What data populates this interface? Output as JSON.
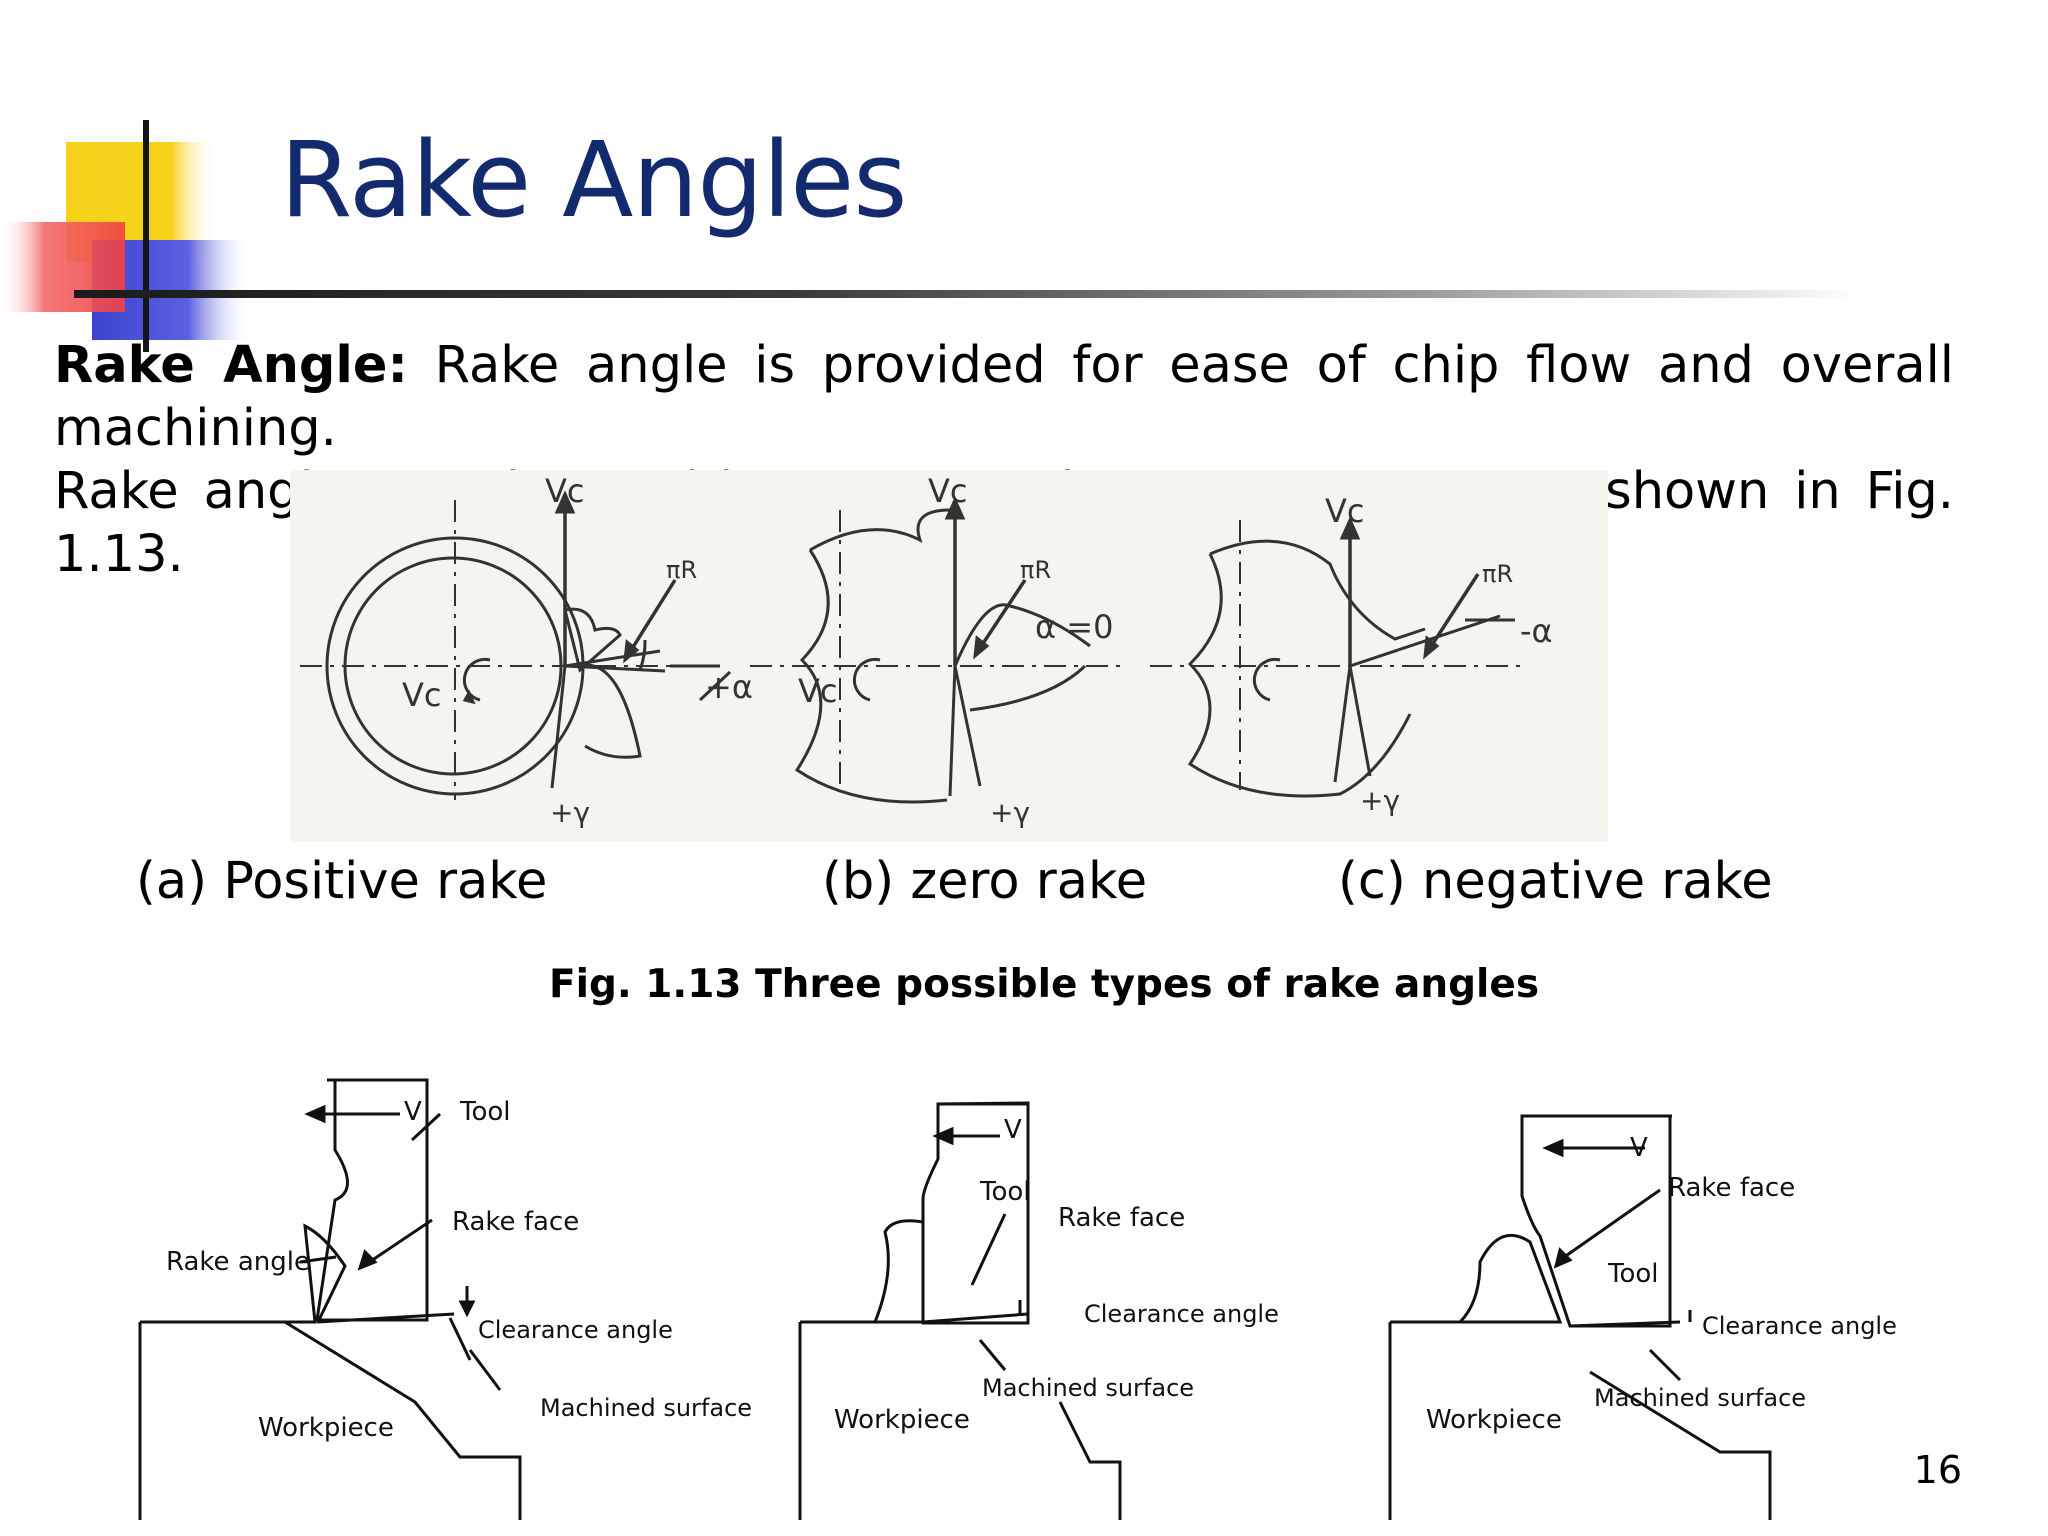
{
  "slide": {
    "title": "Rake Angles",
    "page_number": "16"
  },
  "body": {
    "term": "Rake Angle:",
    "line1_rest": " Rake angle is provided for ease of chip flow and overall machining.",
    "line2": "Rake angle may be positive, or negative or even zero as shown in Fig. 1.13."
  },
  "figure1": {
    "subcaptions": [
      "(a) Positive rake",
      "(b) zero rake",
      "(c) negative rake"
    ],
    "caption": "Fig. 1.13 Three possible types of rake angles",
    "labels": {
      "vc": "Vc",
      "pi_r": "πR",
      "plus_alpha": "+α",
      "alpha_zero": "α =0",
      "minus_alpha": "-α",
      "plus_gamma": "+γ"
    }
  },
  "figure2": {
    "labels": {
      "v": "V",
      "tool": "Tool",
      "rake_face": "Rake face",
      "rake_angle": "Rake angle",
      "clearance_angle": "Clearance angle",
      "machined_surface": "Machined surface",
      "workpiece": "Workpiece"
    }
  },
  "colors": {
    "title": "#142a6e",
    "deco_yellow": "#f7d21a",
    "deco_blue": "#4a4fd6",
    "deco_red": "#f04848"
  }
}
